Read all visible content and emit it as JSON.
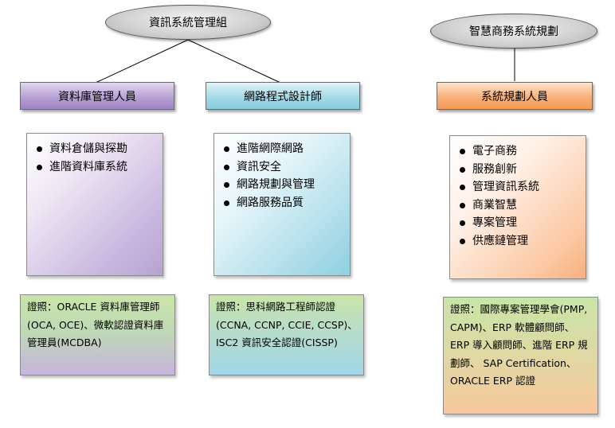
{
  "groups": [
    {
      "title": "資訊系統管理組"
    },
    {
      "title": "智慧商務系統規劃"
    }
  ],
  "roles": [
    {
      "title": "資料庫管理人員",
      "skills": [
        "資料倉儲與探勘",
        "進階資料庫系統"
      ],
      "cert": "證照：ORACLE 資料庫管理師(OCA, OCE)、微軟認證資料庫管理員(MCDBA)"
    },
    {
      "title": "網路程式設計師",
      "skills": [
        "進階網際網路",
        "資訊安全",
        "網路規劃與管理",
        "網路服務品質"
      ],
      "cert": "證照：思科網路工程師認證(CCNA, CCNP, CCIE, CCSP)、ISC2 資訊安全認證(CISSP)"
    },
    {
      "title": "系統規劃人員",
      "skills": [
        "電子商務",
        "服務創新",
        "管理資訊系統",
        "商業智慧",
        "專案管理",
        "供應鏈管理"
      ],
      "cert": "證照：國際專案管理學會(PMP, CAPM)、ERP 軟體顧問師、ERP 導入顧問師、進階 ERP 規劃師、 SAP Certification、ORACLE ERP 認證"
    }
  ],
  "colors": {
    "purple": "#b7a1d4",
    "blue": "#a4dbe8",
    "orange": "#f8b07a",
    "green": "#c9e5a8",
    "oval": "#cfcfcf"
  }
}
